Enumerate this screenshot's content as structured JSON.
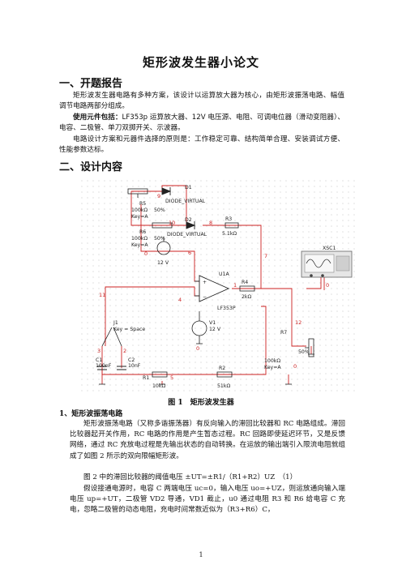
{
  "doc": {
    "title": "矩形波发生器小论文",
    "page_number": "1",
    "sec1": {
      "heading": "一、开题报告",
      "p1": "矩形波发生器电路有多种方案，该设计以运算放大器为核心，由矩形波振荡电路、幅值调节电路两部分组成。",
      "p2_label": "使用元件包括：",
      "p2_text": "LF353p 运算放大器、12V 电压源、电阻、可调电位器（滑动变阻器）、电容、二极管、单刀双掷开关、示波器。",
      "p3": "电路设计方案和元器件选择的原则是：工作稳定可靠、结构简单合理、安装调试方便、性能参数达标。"
    },
    "sec2": {
      "heading": "二、设计内容",
      "figure_caption": "图 1　矩形波发生器",
      "sub1": "1、矩形波振荡电路",
      "p1": "矩形波振荡电路（又称多谐振荡器）有反向输入的滞回比较器和 RC 电路组成。滞回比较器起开关作用，RC 电路的作用是产生暂态过程。RC 回路即使延迟环节，又是反馈网络，通过 RC 充放电过程是先输出状态的自动转换。在运放的输出端引入限流电阻就组成了如图 2 所示的双向限幅矩形波。",
      "p2": "图 2 中的滞回比较器的阈值电压 ±UT=±R1/（R1+R2）UZ　（1）",
      "p3": "假设接通电源时，电容 C 两端电压 uc=0，输入电压 uo=+UZ，则运放通向输入端电压 up=+UT，二极管 VD2 导通，VD1 截止，u0 通过电阻 R3 和 R6 给电容 C 充电，忽略二极管的动态电阻，充电时间常数近似为（R3+R6）C，"
    },
    "schematic": {
      "labels": {
        "d1": "D1",
        "d1_model": "DIODE_VIRTUAL",
        "d2": "D2",
        "d2_model": "DIODE_VIRTUAL",
        "r5": "R5",
        "r5_val": "100kΩ",
        "r5_pct": "50%",
        "r5_key": "Key=A",
        "r6": "R6",
        "r6_val": "100kΩ",
        "r6_pct": "50%",
        "r6_key": "Key=A",
        "r3": "R3",
        "r3_val": "5.1kΩ",
        "r4": "R4",
        "r4_val": "2kΩ",
        "r1": "R1",
        "r1_val": "10kΩ",
        "r2": "R2",
        "r2_val": "51kΩ",
        "r7": "R7",
        "r7_val": "100kΩ",
        "r7_pct": "50%",
        "r7_key": "Key=A",
        "v2_val": "12 V",
        "v1": "V1",
        "v1_val": "12 V",
        "u1a": "U1A",
        "u1a_model": "LF353P",
        "j1": "J1",
        "j1_key": "Key = Space",
        "c1": "C1",
        "c1_val": "100nF",
        "c2": "C2",
        "c2_val": "10nF",
        "xsc1": "XSC1",
        "n9": "9",
        "n10": "10",
        "n8": "8",
        "n6": "6",
        "n0a": "0",
        "n7": "7",
        "n1": "1",
        "n11": "11",
        "n3": "3",
        "n2": "2",
        "n5": "5",
        "n4": "4",
        "n0b": "0",
        "n0c": "0",
        "n12": "12",
        "n0d": "0"
      }
    }
  }
}
